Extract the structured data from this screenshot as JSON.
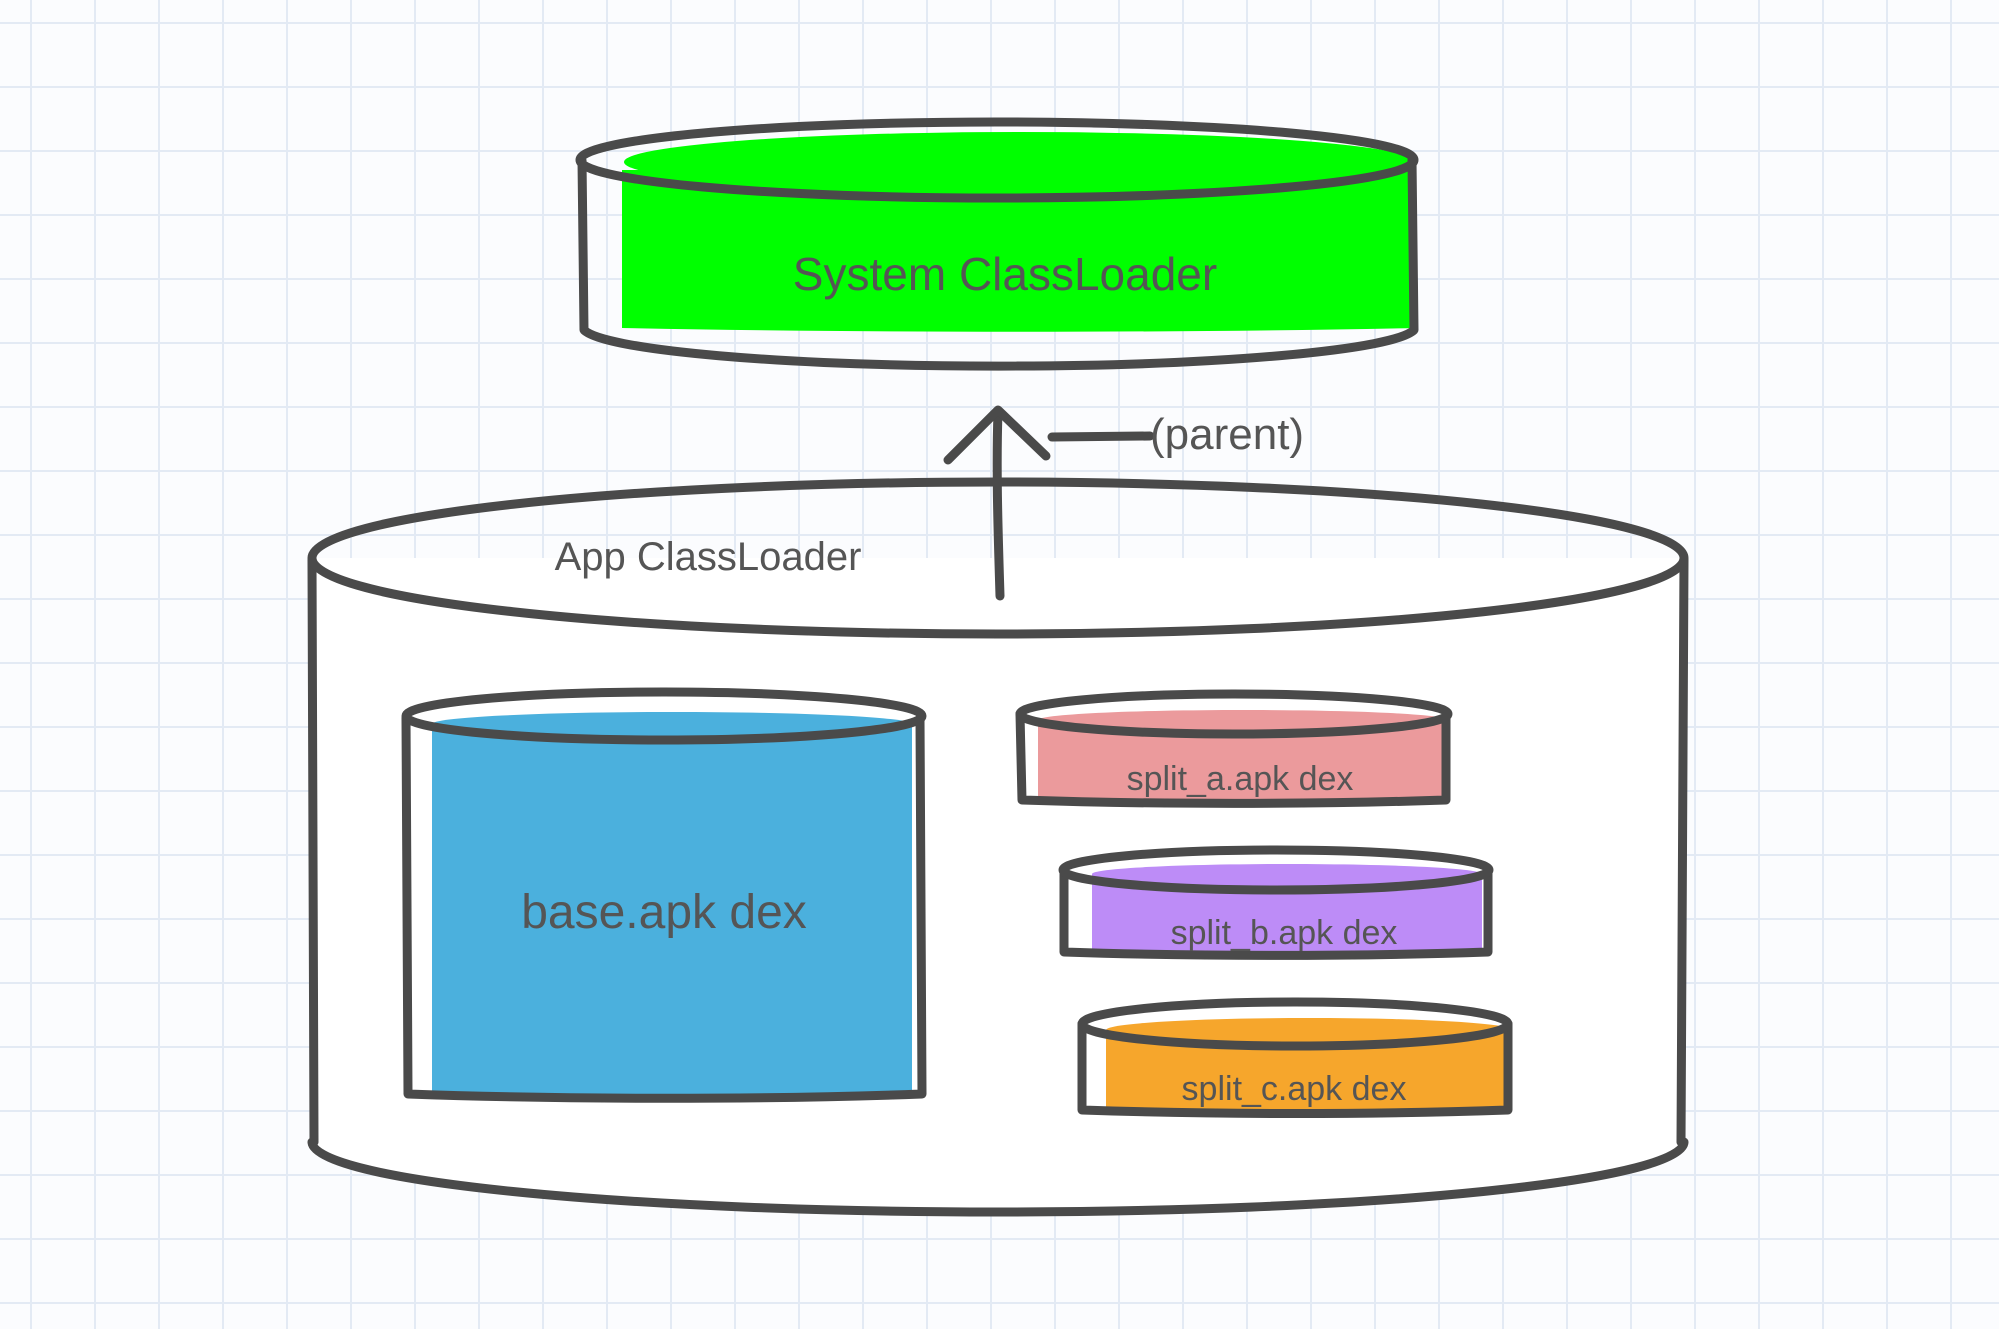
{
  "nodes": {
    "system_classloader": {
      "label": "System ClassLoader",
      "fill": "#00ff00"
    },
    "app_classloader": {
      "label": "App ClassLoader",
      "fill": "#ffffff"
    },
    "base_dex": {
      "label": "base.apk dex",
      "fill": "#4bb0dd"
    },
    "split_a_dex": {
      "label": "split_a.apk dex",
      "fill": "#eb9a9c"
    },
    "split_b_dex": {
      "label": "split_b.apk dex",
      "fill": "#bd8cf7"
    },
    "split_c_dex": {
      "label": "split_c.apk dex",
      "fill": "#f6a62c"
    }
  },
  "edges": {
    "parent": {
      "label": "(parent)"
    }
  },
  "colors": {
    "outline": "#4a4a4a",
    "text": "#555555"
  }
}
